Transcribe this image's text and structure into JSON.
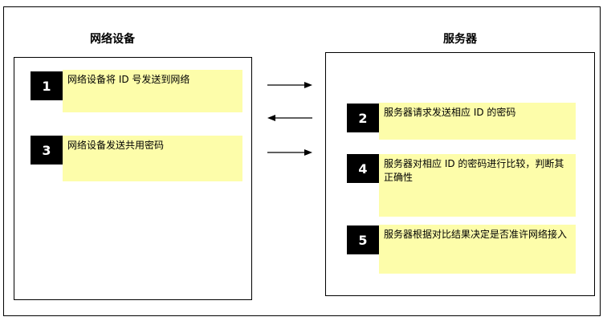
{
  "columns": {
    "left_title": "网络设备",
    "right_title": "服务器"
  },
  "steps": [
    {
      "num": "1",
      "text": "网络设备将 ID 号发送到网络"
    },
    {
      "num": "2",
      "text": "服务器请求发送相应 ID 的密码"
    },
    {
      "num": "3",
      "text": "网络设备发送共用密码"
    },
    {
      "num": "4",
      "text": "服务器对相应 ID 的密码进行比较，判断其正确性"
    },
    {
      "num": "5",
      "text": "服务器根据对比结果决定是否准许网络接入"
    }
  ],
  "colors": {
    "note_bg": "#fdfdaa",
    "badge_bg": "#000000",
    "line": "#000000"
  },
  "arrows": [
    {
      "direction": "right",
      "step": "1"
    },
    {
      "direction": "left",
      "step": "2"
    },
    {
      "direction": "right",
      "step": "3"
    }
  ]
}
